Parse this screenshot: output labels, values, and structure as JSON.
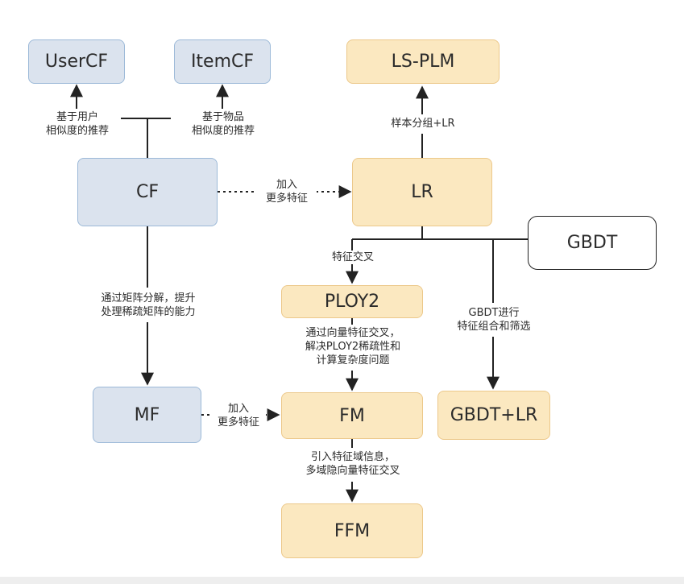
{
  "colors": {
    "cf_fill": "#dbe3ee",
    "cf_border": "#9cb9d8",
    "lr_fill": "#fbe8c0",
    "lr_border": "#ecc88a",
    "line": "#222222"
  },
  "nodes": {
    "usercf": "UserCF",
    "itemcf": "ItemCF",
    "cf": "CF",
    "mf": "MF",
    "lspml": "LS-PLM",
    "lr": "LR",
    "gbdt": "GBDT",
    "ploy2": "PLOY2",
    "fm": "FM",
    "gbdt_lr": "GBDT+LR",
    "ffm": "FFM"
  },
  "edges": {
    "usercf_line1": "基于用户",
    "usercf_line2": "相似度的推荐",
    "itemcf_line1": "基于物品",
    "itemcf_line2": "相似度的推荐",
    "cf_lr_line1": "加入",
    "cf_lr_line2": "更多特征",
    "lr_lspml": "样本分组+LR",
    "lr_ploy2": "特征交叉",
    "cf_mf_line1": "通过矩阵分解，提升",
    "cf_mf_line2": "处理稀疏矩阵的能力",
    "ploy2_fm_line1": "通过向量特征交叉，",
    "ploy2_fm_line2": "解决PLOY2稀疏性和",
    "ploy2_fm_line3": "计算复杂度问题",
    "gbdt_line1": "GBDT进行",
    "gbdt_line2": "特征组合和筛选",
    "mf_fm_line1": "加入",
    "mf_fm_line2": "更多特征",
    "fm_ffm_line1": "引入特征域信息，",
    "fm_ffm_line2": "多域隐向量特征交叉"
  }
}
